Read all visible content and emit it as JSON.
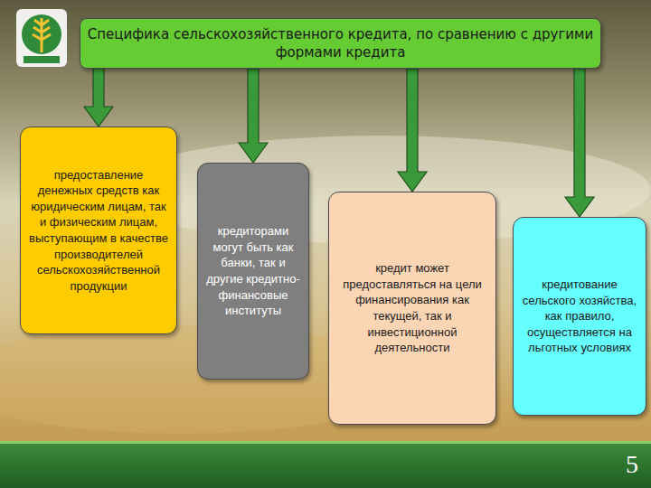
{
  "diagram": {
    "nodes": [
      {
        "text": [
          "Специфика сельскохозяйственного кредита, по сравнению с другими формами кредита"
        ]
      },
      {
        "text": [
          "предоставление денежных средств как юридическим лицам, так и физическим лицам, выступающим в качестве производителей сельскохозяйственной продукции"
        ]
      },
      {
        "text": [
          "кредиторами могут быть как банки, так и другие кредитно-финансовые институты"
        ]
      },
      {
        "text": [
          "кредит может предоставляться на цели финансирования как текущей, так и инвестиционной деятельности"
        ]
      },
      {
        "text": [
          "кредитование сельского хозяйства, как правило, осуществляется на льготных условиях"
        ]
      }
    ],
    "edges": [
      {
        "from": 0,
        "to": 1,
        "arrow": "to"
      },
      {
        "from": 0,
        "to": 2,
        "arrow": "to"
      },
      {
        "from": 0,
        "to": 3,
        "arrow": "to"
      },
      {
        "from": 0,
        "to": 4,
        "arrow": "to"
      }
    ],
    "labels": [
      "5"
    ]
  }
}
